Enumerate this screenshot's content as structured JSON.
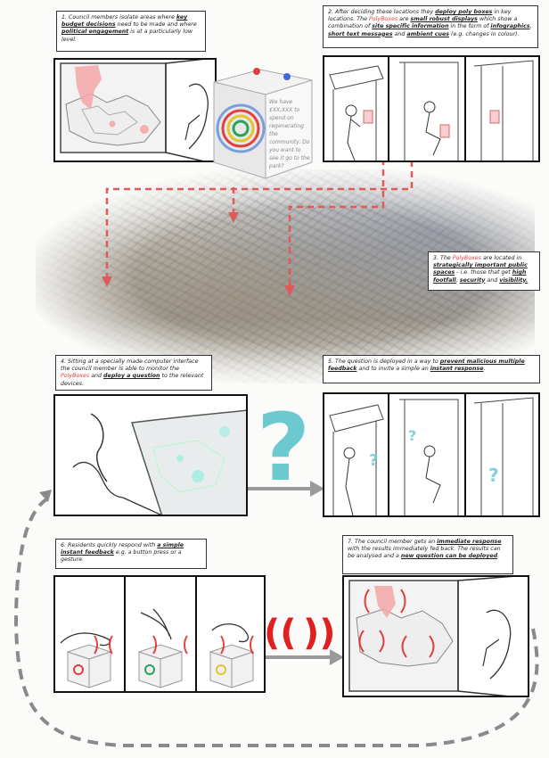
{
  "steps": [
    {
      "number": "1.",
      "segments": [
        {
          "t": "Council members isolate areas where "
        },
        {
          "t": "key budget decisions",
          "u": true
        },
        {
          "t": " need to be made and where "
        },
        {
          "t": "political engagement",
          "u": true
        },
        {
          "t": " is at a particularly low level."
        }
      ]
    },
    {
      "number": "2.",
      "segments": [
        {
          "t": "After deciding these locations they "
        },
        {
          "t": "deploy poly boxes",
          "u": true
        },
        {
          "t": " in key locations. The "
        },
        {
          "t": "PolyBoxes",
          "hl": true
        },
        {
          "t": " are "
        },
        {
          "t": "small robust displays",
          "u": true
        },
        {
          "t": " which show a combination of "
        },
        {
          "t": "site specific information",
          "u": true
        },
        {
          "t": " in the form of "
        },
        {
          "t": "infographics",
          "u": true
        },
        {
          "t": ", "
        },
        {
          "t": "short text messages",
          "u": true
        },
        {
          "t": " and "
        },
        {
          "t": "ambient cues",
          "u": true
        },
        {
          "t": " (e.g. changes in colour)."
        }
      ]
    },
    {
      "number": "3.",
      "segments": [
        {
          "t": "The "
        },
        {
          "t": "PolyBoxes",
          "hl": true
        },
        {
          "t": " are located in "
        },
        {
          "t": "strategically important public spaces",
          "u": true
        },
        {
          "t": " - i.e. those that get "
        },
        {
          "t": "high footfall",
          "u": true
        },
        {
          "t": ", "
        },
        {
          "t": "security",
          "u": true
        },
        {
          "t": " and "
        },
        {
          "t": "visibility.",
          "u": true
        }
      ]
    },
    {
      "number": "4.",
      "segments": [
        {
          "t": "Sitting at a specially made computer interface the council member is able to monitor the "
        },
        {
          "t": "PolyBoxes",
          "hl": true
        },
        {
          "t": " and "
        },
        {
          "t": "deploy a question",
          "u": true
        },
        {
          "t": " to the relevant devices."
        }
      ]
    },
    {
      "number": "5.",
      "segments": [
        {
          "t": "The question is deployed in a way to "
        },
        {
          "t": "prevent malicious multiple feedback",
          "u": true
        },
        {
          "t": " and to invite a simple an "
        },
        {
          "t": "instant response",
          "u": true
        },
        {
          "t": "."
        }
      ]
    },
    {
      "number": "6.",
      "segments": [
        {
          "t": "Residents quickly respond with "
        },
        {
          "t": "a simple instant feedback",
          "u": true
        },
        {
          "t": " e.g. a button press or a gesture."
        }
      ]
    },
    {
      "number": "7.",
      "segments": [
        {
          "t": "The council member gets an "
        },
        {
          "t": "immediate response",
          "u": true
        },
        {
          "t": " with the results immediately fed back. The results can be analysed and a "
        },
        {
          "t": "new question can be deployed",
          "u": true
        },
        {
          "t": "."
        }
      ]
    }
  ],
  "cube_text": "We have £XX,XXX to spend on regenerating the community. Do you want to see it go to the park?",
  "question_mark": "?",
  "signal_left": "((",
  "signal_right": "))",
  "colors": {
    "accent_red": "#e02020",
    "dashed_red": "#e05a5a",
    "question_teal": "#6cc9d0",
    "dashed_grey": "#8a8a8a",
    "arrow_grey": "#9a9a9a"
  }
}
